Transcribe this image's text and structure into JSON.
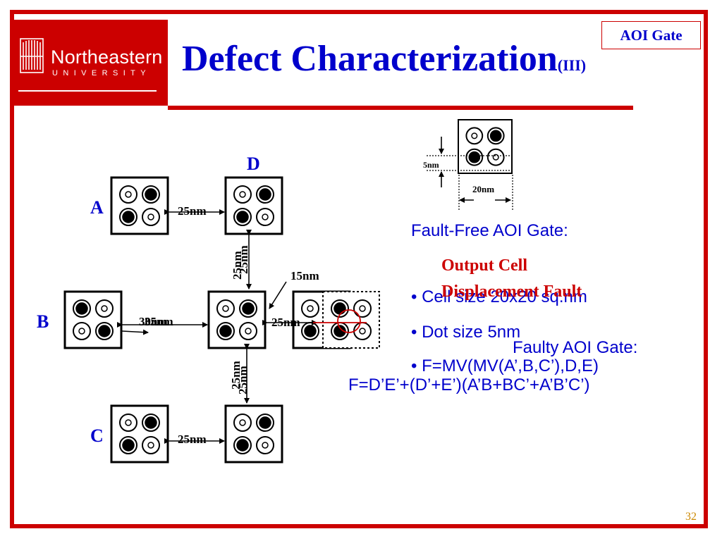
{
  "header": {
    "logo_name": "Northeastern",
    "logo_sub": "UNIVERSITY",
    "title": "Defect Characterization",
    "title_suffix": "(III)",
    "tag": "AOI Gate"
  },
  "diagram": {
    "cell_labels": {
      "a": "A",
      "b": "B",
      "c": "C",
      "d": "D"
    },
    "dims": {
      "spacing_a": "25nm",
      "spacing_c": "25nm",
      "spacing_out": "25nm",
      "spacing_b_overlap_1": "30nm",
      "spacing_b_overlap_2": "35nm",
      "vertical_top_1": "25nm",
      "vertical_top_2": "25nm",
      "vertical_bottom_1": "25nm",
      "vertical_bottom_2": "25nm",
      "displacement": "15nm",
      "dot_size": "5nm",
      "cell_size": "20nm"
    },
    "colors": {
      "line": "#000000",
      "fault": "#cc0000",
      "label": "#0000cc"
    }
  },
  "text": {
    "fault_free_heading": "Fault-Free AOI Gate:",
    "defect_line1": "Output Cell",
    "defect_line2": "Displacement Fault",
    "bullets": [
      "Cell size 20x20 sq.nm",
      "Dot size 5nm",
      "F=MV(MV(A’,B,C’),D,E)"
    ],
    "faulty_heading": "Faulty AOI Gate:",
    "faulty_formula": "F=D’E’+(D’+E’)(A’B+BC’+A’B’C’)"
  },
  "footer": {
    "page": "32"
  }
}
